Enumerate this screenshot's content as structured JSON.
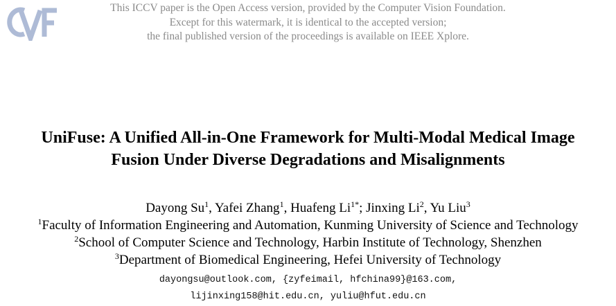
{
  "watermark": {
    "logo_text": "CVF",
    "lines": [
      "This ICCV paper is the Open Access version, provided by the Computer Vision Foundation.",
      "Except for this watermark, it is identical to the accepted version;",
      "the final published version of the proceedings is available on IEEE Xplore."
    ]
  },
  "paper": {
    "title_lines": [
      "UniFuse: A Unified All-in-One Framework for Multi-Modal Medical Image",
      "Fusion Under Diverse Degradations and Misalignments"
    ],
    "authors": [
      {
        "name": "Dayong Su",
        "sup": "1",
        "sep": ", "
      },
      {
        "name": "Yafei Zhang",
        "sup": "1",
        "sep": ", "
      },
      {
        "name": "Huafeng Li",
        "sup": "1",
        "mark": "*",
        "sep": "; "
      },
      {
        "name": "Jinxing Li",
        "sup": "2",
        "sep": ", "
      },
      {
        "name": "Yu Liu",
        "sup": "3",
        "sep": ""
      }
    ],
    "affiliations": [
      {
        "sup": "1",
        "text": "Faculty of Information Engineering and Automation, Kunming University of Science and Technology"
      },
      {
        "sup": "2",
        "text": "School of Computer Science and Technology, Harbin Institute of Technology, Shenzhen"
      },
      {
        "sup": "3",
        "text": "Department of Biomedical Engineering, Hefei University of Technology"
      }
    ],
    "email_lines": [
      "dayongsu@outlook.com, {zyfeimail, hfchina99}@163.com,",
      "lijinxing158@hit.edu.cn, yuliu@hfut.edu.cn"
    ]
  }
}
